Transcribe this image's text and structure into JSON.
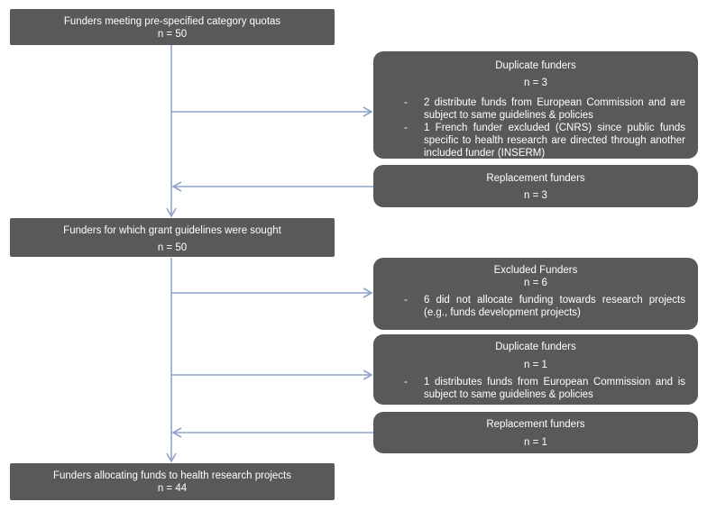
{
  "main_boxes": {
    "box1": {
      "title": "Funders meeting pre-specified category quotas",
      "count": "n = 50"
    },
    "box2": {
      "title": "Funders for which grant guidelines were sought",
      "count": "n = 50"
    },
    "box3": {
      "title": "Funders allocating funds to health research projects",
      "count": "n = 44"
    }
  },
  "side_boxes": {
    "duplicate1": {
      "title": "Duplicate funders",
      "count": "n = 3",
      "bullets": [
        "2 distribute funds from European Commission and are subject to same guidelines & policies",
        "1 French funder excluded (CNRS) since public funds specific to health research are directed through another included funder (INSERM)"
      ]
    },
    "replacement1": {
      "title": "Replacement funders",
      "count": "n = 3"
    },
    "excluded": {
      "title": "Excluded Funders",
      "count": "n = 6",
      "bullets": [
        "6 did not allocate funding towards research projects (e.g., funds development projects)"
      ]
    },
    "duplicate2": {
      "title": "Duplicate funders",
      "count": "n = 1",
      "bullets": [
        "1 distributes funds from European Commission and is subject to same guidelines & policies"
      ]
    },
    "replacement2": {
      "title": "Replacement funders",
      "count": "n = 1"
    }
  },
  "colors": {
    "box_fill": "#595959",
    "box_text": "#ffffff",
    "connector": "#8fa3c8"
  }
}
